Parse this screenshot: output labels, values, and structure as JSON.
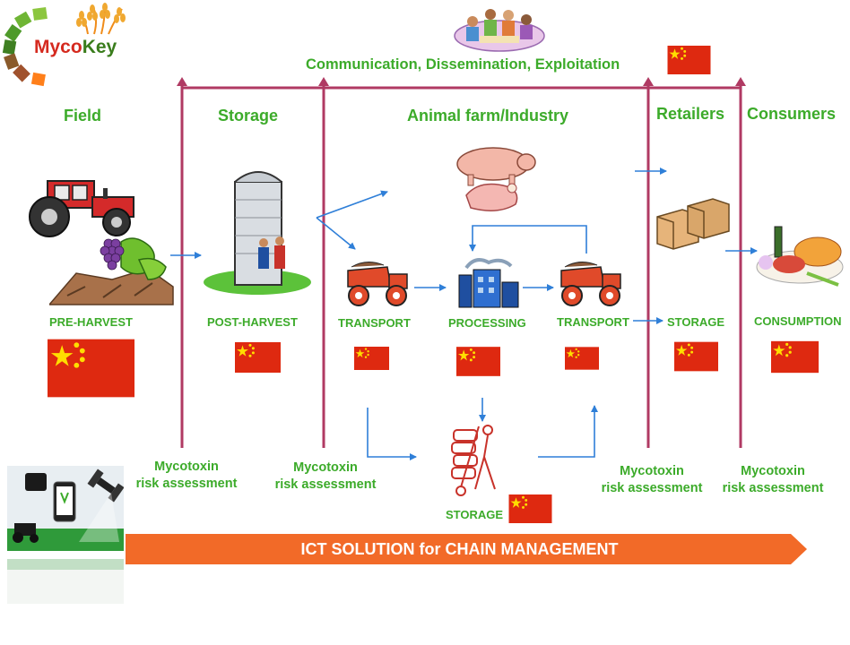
{
  "logo": {
    "part1": "Myco",
    "part2": "Key"
  },
  "header": {
    "title": "Communication, Dissemination, Exploitation"
  },
  "stages": {
    "field": "Field",
    "storage": "Storage",
    "animal_farm": "Animal farm/Industry",
    "retailers": "Retailers",
    "consumers": "Consumers"
  },
  "steps": {
    "pre_harvest": "PRE-HARVEST",
    "post_harvest": "POST-HARVEST",
    "transport_1": "TRANSPORT",
    "processing": "PROCESSING",
    "transport_2": "TRANSPORT",
    "retail_storage": "STORAGE",
    "consumption": "CONSUMPTION",
    "industry_storage": "STORAGE"
  },
  "risk": {
    "line1": "Mycotoxin",
    "line2": "risk assessment"
  },
  "banner": {
    "text": "ICT SOLUTION for CHAIN MANAGEMENT"
  },
  "colors": {
    "stage_green": "#3cab2a",
    "divider": "#b03a63",
    "arrow_blue": "#2f7fd8",
    "banner_orange": "#f26a28",
    "flag_red": "#de2910",
    "flag_yellow": "#ffde00"
  }
}
